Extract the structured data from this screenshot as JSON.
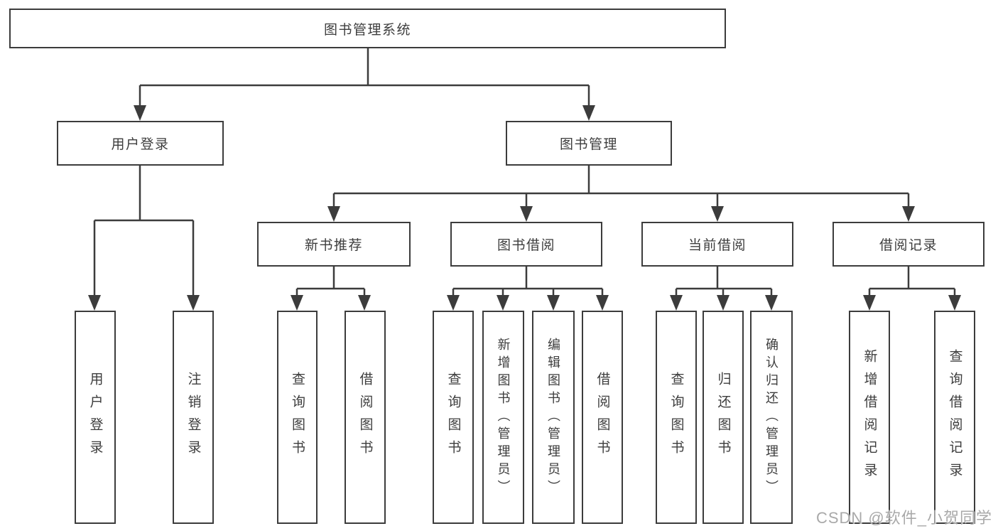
{
  "diagram": {
    "root": {
      "label": "图书管理系统",
      "children": [
        {
          "label": "用户登录",
          "children": [
            {
              "label": "用户登录"
            },
            {
              "label": "注销登录"
            }
          ]
        },
        {
          "label": "图书管理",
          "children": [
            {
              "label": "新书推荐",
              "children": [
                {
                  "label": "查询图书"
                },
                {
                  "label": "借阅图书"
                }
              ]
            },
            {
              "label": "图书借阅",
              "children": [
                {
                  "label": "查询图书"
                },
                {
                  "label": "新增图书（管理员）"
                },
                {
                  "label": "编辑图书（管理员）"
                },
                {
                  "label": "借阅图书"
                }
              ]
            },
            {
              "label": "当前借阅",
              "children": [
                {
                  "label": "查询图书"
                },
                {
                  "label": "归还图书"
                },
                {
                  "label": "确认归还（管理员）"
                }
              ]
            },
            {
              "label": "借阅记录",
              "children": [
                {
                  "label": "新增借阅记录"
                },
                {
                  "label": "查询借阅记录"
                }
              ]
            }
          ]
        }
      ]
    }
  },
  "watermark": {
    "text": "CSDN @软件_小贺同学"
  },
  "colors": {
    "line": "#3c3c3c",
    "text": "#3d3d3d",
    "background": "#ffffff",
    "watermark": "#a9a9a9"
  }
}
